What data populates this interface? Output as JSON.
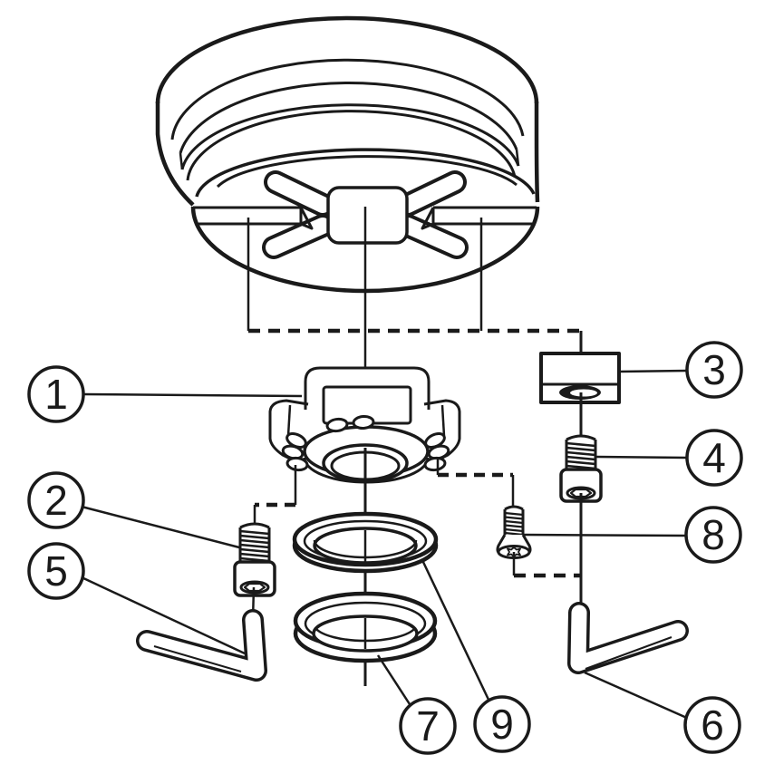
{
  "figure": {
    "type": "exploded-assembly-parts-diagram",
    "background_color": "#ffffff",
    "line_color": "#1a1a1a"
  },
  "callouts": [
    {
      "label": "1",
      "part": "coupling-flange"
    },
    {
      "label": "2",
      "part": "socket-head-cap-screw-left"
    },
    {
      "label": "3",
      "part": "clamp-block"
    },
    {
      "label": "4",
      "part": "socket-head-cap-screw-right"
    },
    {
      "label": "5",
      "part": "hex-key-left"
    },
    {
      "label": "6",
      "part": "hex-key-right"
    },
    {
      "label": "7",
      "part": "lower-ring"
    },
    {
      "label": "8",
      "part": "countersunk-torx-screw"
    },
    {
      "label": "9",
      "part": "upper-ring"
    }
  ]
}
